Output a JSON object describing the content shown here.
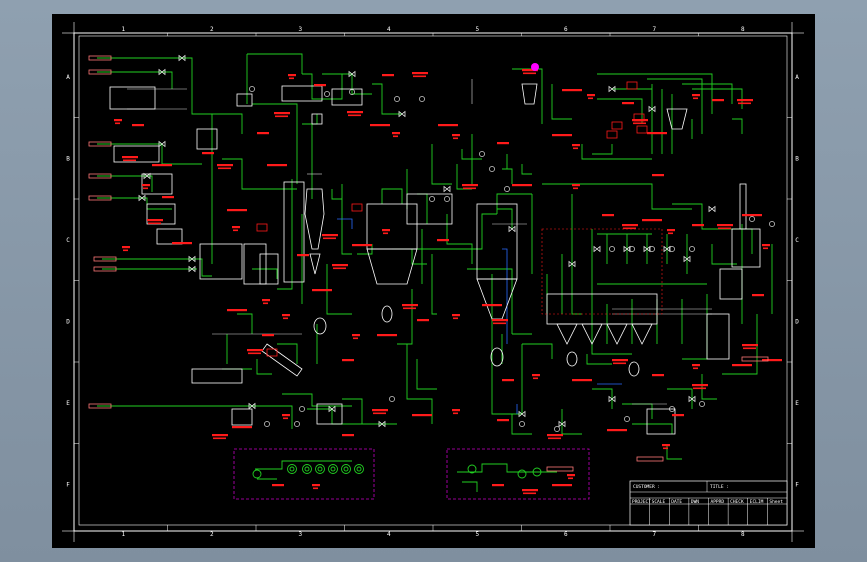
{
  "drawing": {
    "columns": [
      "1",
      "2",
      "3",
      "4",
      "5",
      "6",
      "7",
      "8"
    ],
    "rows": [
      "A",
      "B",
      "C",
      "D",
      "E",
      "F"
    ]
  },
  "title_block": {
    "customer_label": "CUSTOMER :",
    "title_label": "TITLE :",
    "fields": [
      "PROJECT",
      "SCALE",
      "DATE",
      "DWN",
      "APPRD",
      "CHECK",
      "ECLIM",
      "Sheet"
    ]
  },
  "colors": {
    "background": "#000000",
    "frame": "#ffffff",
    "pipe": "#22d022",
    "instrument": "#ff1a1a",
    "package_box": "#c400c4",
    "signal": "#2a6bff",
    "equipment": "#ffffff",
    "highlight": "#ff00ff"
  }
}
